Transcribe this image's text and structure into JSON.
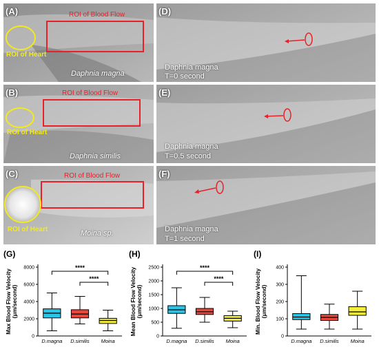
{
  "colors": {
    "roi_red": "#e8202a",
    "heart_yellow": "#f2ea1d",
    "arrow_red": "#e8202a",
    "box_cyan": "#29c4e6",
    "box_red": "#e8473c",
    "box_yellow": "#f4ee3a"
  },
  "panels": {
    "A": {
      "letter": "(A)",
      "roi_blood": "ROI of Blood Flow",
      "roi_heart": "ROI of Heart",
      "species": "Daphnia magna"
    },
    "B": {
      "letter": "(B)",
      "roi_blood": "ROI of Blood Flow",
      "roi_heart": "ROI of Heart",
      "species": "Daphnia similis"
    },
    "C": {
      "letter": "(C)",
      "roi_blood": "ROI of Blood Flow",
      "roi_heart": "ROI of Heart",
      "species": "Moina sp."
    },
    "D": {
      "letter": "(D)",
      "species": "Daphnia magna",
      "time": "T=0 second"
    },
    "E": {
      "letter": "(E)",
      "species": "Daphnia magna",
      "time": "T=0.5 second"
    },
    "F": {
      "letter": "(F)",
      "species": "Daphnia magna",
      "time": "T=1 second"
    }
  },
  "chart_labels": {
    "G": "(G)",
    "H": "(H)",
    "I": "(I)"
  },
  "chart_data": [
    {
      "type": "boxplot",
      "ylabel": "Max Blood  Flow Velocity (μm/second)",
      "ylim": [
        0,
        8000
      ],
      "yticks": [
        0,
        2000,
        4000,
        6000,
        8000
      ],
      "categories": [
        "D.magna",
        "D.similis",
        "Moina"
      ],
      "boxes": [
        {
          "min": 600,
          "q1": 2100,
          "median": 2650,
          "q3": 3150,
          "max": 5000
        },
        {
          "min": 1400,
          "q1": 2100,
          "median": 2550,
          "q3": 3050,
          "max": 4600
        },
        {
          "min": 600,
          "q1": 1450,
          "median": 1800,
          "q3": 2050,
          "max": 3000
        }
      ],
      "significance": [
        {
          "from": 0,
          "to": 2,
          "label": "****"
        },
        {
          "from": 1,
          "to": 2,
          "label": "****"
        }
      ]
    },
    {
      "type": "boxplot",
      "ylabel": "Mean Blood  Flow Velocity (μm/second)",
      "ylim": [
        0,
        2500
      ],
      "yticks": [
        0,
        500,
        1000,
        1500,
        2000,
        2500
      ],
      "categories": [
        "D.magna",
        "D.similis",
        "Moina"
      ],
      "boxes": [
        {
          "min": 280,
          "q1": 820,
          "median": 950,
          "q3": 1100,
          "max": 1750
        },
        {
          "min": 500,
          "q1": 780,
          "median": 880,
          "q3": 1000,
          "max": 1400
        },
        {
          "min": 300,
          "q1": 540,
          "median": 640,
          "q3": 740,
          "max": 900
        }
      ],
      "significance": [
        {
          "from": 0,
          "to": 2,
          "label": "****"
        },
        {
          "from": 1,
          "to": 2,
          "label": "****"
        }
      ]
    },
    {
      "type": "boxplot",
      "ylabel": "Min. Blood Flow Velocity (μm/second)",
      "ylim": [
        0,
        400
      ],
      "yticks": [
        0,
        100,
        200,
        300,
        400
      ],
      "categories": [
        "D.magna",
        "D.similis",
        "Moina"
      ],
      "boxes": [
        {
          "min": 40,
          "q1": 95,
          "median": 110,
          "q3": 130,
          "max": 350
        },
        {
          "min": 40,
          "q1": 90,
          "median": 108,
          "q3": 125,
          "max": 185
        },
        {
          "min": 40,
          "q1": 120,
          "median": 140,
          "q3": 170,
          "max": 260
        }
      ],
      "significance": []
    }
  ]
}
